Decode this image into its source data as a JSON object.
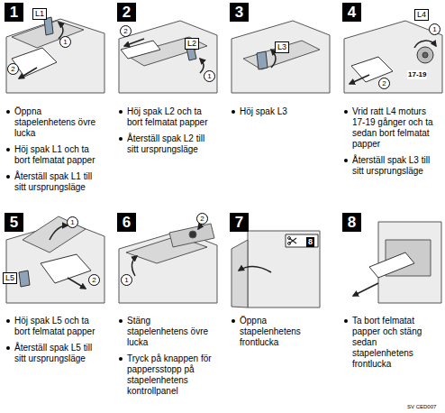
{
  "diagram": {
    "nodes": [
      {
        "text": [
          "1"
        ]
      },
      {
        "text": [
          "2"
        ]
      },
      {
        "text": [
          "3"
        ]
      },
      {
        "text": [
          "4"
        ]
      },
      {
        "text": [
          "5"
        ]
      },
      {
        "text": [
          "6"
        ]
      },
      {
        "text": [
          "7"
        ]
      },
      {
        "text": [
          "8"
        ]
      }
    ],
    "labels": [
      "L1",
      "1",
      "2",
      "Öppna stapelenhetens övre lucka",
      "Höj spak L1 och ta bort felmatat papper",
      "Återställ spak L1 till sitt ursprungsläge",
      "2",
      "L2",
      "1",
      "Höj spak L2 och ta bort felmatat papper",
      "Återställ spak L2 till sitt ursprungsläge",
      "L3",
      "Höj spak L3",
      "L4",
      "1",
      "17-19",
      "2",
      "Vrid ratt L4 moturs 17-19 gånger och ta sedan bort felmatat papper",
      "Återställ spak L3 till sitt ursprungsläge",
      "1",
      "L5",
      "2",
      "Höj spak L5 och ta bort felmatat papper",
      "Återställ spak L5 till sitt ursprungsläge",
      "2",
      "1",
      "Stäng stapelenhetens övre lucka",
      "Tryck på knappen för pappersstopp på stapelenhetens kontrollpanel",
      "8",
      "Öppna stapelenhetens frontlucka",
      "Ta bort felmatat papper och stäng sedan stapelenhetens frontlucka",
      "SV CED007"
    ]
  }
}
